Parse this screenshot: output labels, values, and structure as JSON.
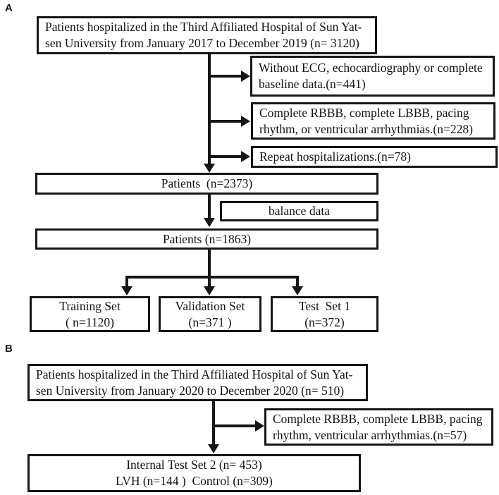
{
  "colors": {
    "ink": "#161616",
    "background": "#ffffff"
  },
  "panel_a": {
    "label": "A",
    "source_box": {
      "line1": "Patients hospitalized in the Third Affiliated Hospital of Sun Yat-",
      "line2": "sen University from January 2017 to December 2019 (n= 3120)"
    },
    "exclusion_ecg": {
      "line1": "Without ECG, echocardiography or complete",
      "line2": "baseline data.(n=441)"
    },
    "exclusion_bbb": {
      "line1": "Complete RBBB, complete LBBB, pacing",
      "line2": "rhythm, or ventricular arrhythmias.(n=228)"
    },
    "exclusion_repeat": {
      "line1": "Repeat hospitalizations.(n=78)"
    },
    "patients_after_exclusion": "Patients  (n=2373)",
    "balance_step": "balance data",
    "patients_balanced": "Patients (n=1863)",
    "training_set": {
      "line1": "Training Set",
      "line2": "( n=1120)"
    },
    "validation_set": {
      "line1": "Validation Set",
      "line2": "(n=371 )"
    },
    "test_set_1": {
      "line1": "Test  Set 1",
      "line2": "(n=372)"
    }
  },
  "panel_b": {
    "label": "B",
    "source_box": {
      "line1": "Patients hospitalized in the Third Affiliated Hospital of Sun Yat-",
      "line2": "sen University from January 2020 to December 2020 (n= 510)"
    },
    "exclusion_bbb": {
      "line1": "Complete RBBB, complete LBBB, pacing",
      "line2": "rhythm, ventricular arrhythmias.(n=57)"
    },
    "internal_test_set": {
      "line1": "Internal Test Set 2 (n= 453)",
      "line2": "LVH (n=144 )  Control (n=309)"
    }
  }
}
